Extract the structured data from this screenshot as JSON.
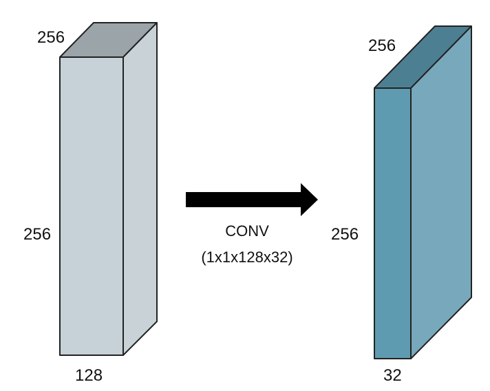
{
  "input_block": {
    "depth_label": "256",
    "height_label": "256",
    "width_label": "128",
    "colors": {
      "front": "#c7d1d8",
      "top": "#9aa4a9",
      "side": "#c9d3d7",
      "stroke": "#222222"
    }
  },
  "operation": {
    "name": "CONV",
    "params": "(1x1x128x32)",
    "arrow_color": "#000000"
  },
  "output_block": {
    "depth_label": "256",
    "height_label": "256",
    "width_label": "32",
    "colors": {
      "front": "#5f9bb0",
      "top": "#4d7f93",
      "side": "#78a8bb",
      "stroke": "#222222"
    }
  }
}
